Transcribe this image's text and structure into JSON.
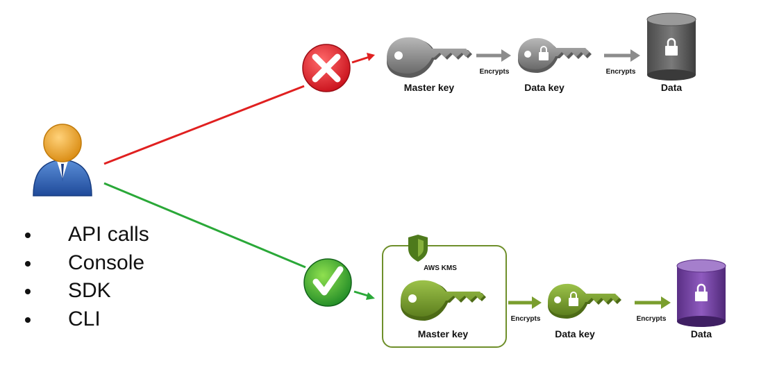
{
  "bullets": [
    "API calls",
    "Console",
    "SDK",
    "CLI"
  ],
  "denied_path": {
    "master_key_label": "Master key",
    "encrypts_label_1": "Encrypts",
    "data_key_label": "Data key",
    "encrypts_label_2": "Encrypts",
    "data_label": "Data",
    "status": "denied"
  },
  "allowed_path": {
    "service_label": "AWS KMS",
    "master_key_label": "Master key",
    "encrypts_label_1": "Encrypts",
    "data_key_label": "Data key",
    "encrypts_label_2": "Encrypts",
    "data_label": "Data",
    "status": "allowed"
  },
  "colors": {
    "denied": "#e02020",
    "allowed": "#2aa838",
    "grey_key": "#8c8c8c",
    "green_key": "#7a9e2e",
    "data_store_grey": "#6e6e6e",
    "data_store_purple": "#7b4fa3"
  }
}
